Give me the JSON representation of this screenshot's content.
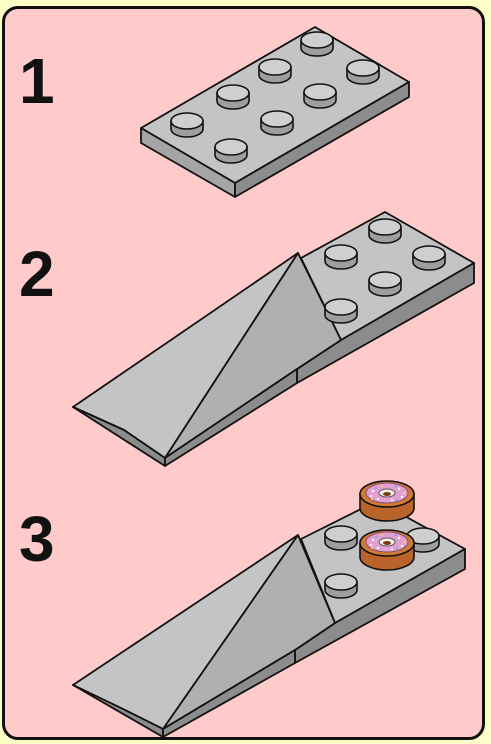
{
  "steps": [
    {
      "number": "1"
    },
    {
      "number": "2"
    },
    {
      "number": "3"
    }
  ],
  "colors": {
    "background_outer": "#fdfdc8",
    "card_background": "#fecbca",
    "brick_top": "#c4c4c4",
    "brick_left": "#a5a5a5",
    "brick_right": "#8c8c8c",
    "outline": "#111111",
    "donut_dough": "#d07a33",
    "donut_icing": "#e2a0d2"
  },
  "icons": [
    "lego-plate-2x4-icon",
    "lego-slope-brick-icon",
    "donut-icon"
  ]
}
